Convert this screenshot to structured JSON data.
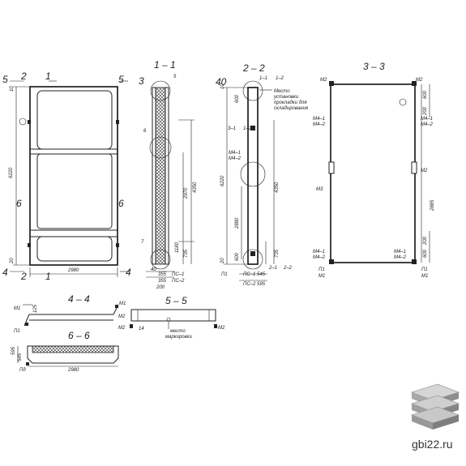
{
  "sections": {
    "s11": "1 – 1",
    "s22": "2 – 2",
    "s33": "3 – 3",
    "s44": "4 – 4",
    "s55": "5 – 5",
    "s66": "6 – 6"
  },
  "cut_marks": {
    "n1": "1",
    "n2": "2",
    "n4": "4",
    "n5": "5",
    "n6": "6",
    "n7": "7",
    "n3": "3"
  },
  "dims": {
    "total_height": "6220",
    "width": "2980",
    "d10": "10",
    "d20": "20",
    "d4350": "4350",
    "d2970": "2970",
    "d1180": "1180",
    "d735": "735",
    "d40": "40",
    "d355": "355",
    "d200": "200",
    "d600": "600",
    "d2880": "2880",
    "d2885": "2885",
    "d100": "100",
    "d125": "125",
    "d545": "545",
    "d595": "595",
    "d14": "14"
  },
  "labels": {
    "ps1": "ПС–1",
    "ps2": "ПС–2",
    "ps1_545": "ПС–1 545",
    "ps2_595": "ПС–2 595",
    "m1": "М1",
    "m2": "М2",
    "m3": "М3",
    "m4_1": "М4–1",
    "m4_2": "М4–2",
    "p1": "П1",
    "p1b": "П1",
    "s31": "3–1",
    "s11b": "1–1",
    "s12": "1–2",
    "s21": "2–1",
    "s22b": "2–2",
    "s12b": "1–2",
    "pd": "Пд",
    "place_mark": "Место установки прокладки для складирования",
    "place_marking": "место маркировки"
  },
  "brand": "gbi22.ru"
}
